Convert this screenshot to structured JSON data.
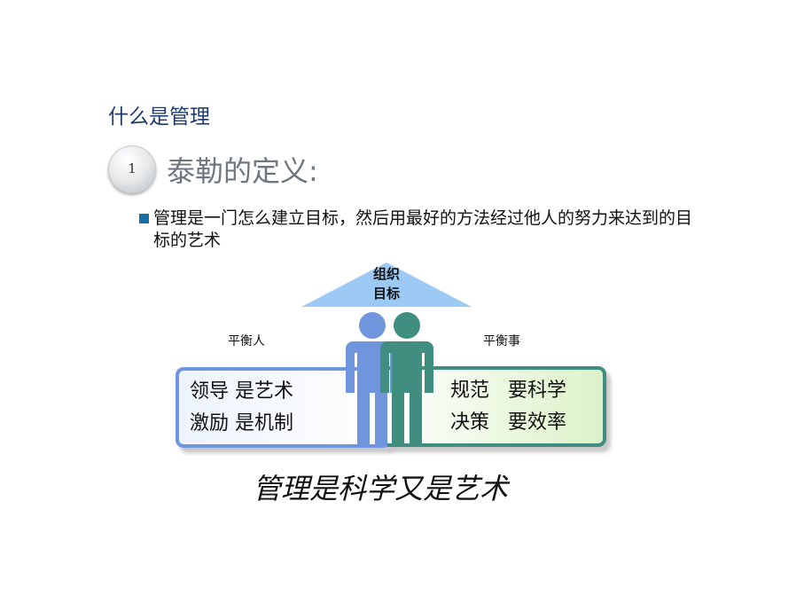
{
  "slide": {
    "title": "什么是管理",
    "step_number": "1",
    "subtitle": "泰勒的定义:",
    "bullet": "管理是一门怎么建立目标，然后用最好的方法经过他人的努力来达到的目标的艺术",
    "goal_line1": "组织",
    "goal_line2": "目标",
    "balance_people": "平衡人",
    "balance_things": "平衡事",
    "left_box": [
      "领导  是艺术",
      "激励  是机制"
    ],
    "right_box": [
      "规范   要科学",
      "决策   要效率"
    ],
    "conclusion": "管理是科学又是艺术"
  },
  "colors": {
    "title": "#1f3a6e",
    "bullet": "#1a6ea8",
    "triangle": "#9ccaf5",
    "person_blue": "#6f95dc",
    "person_green": "#3f8e7f"
  }
}
